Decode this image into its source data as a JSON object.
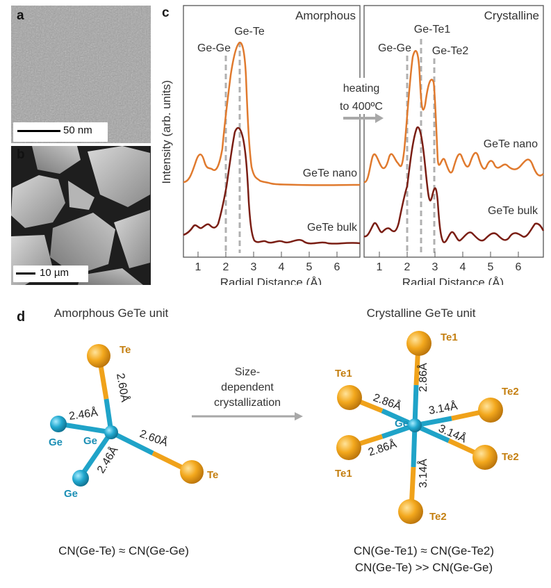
{
  "panel_a": {
    "letter": "a",
    "scale_label": "50 nm"
  },
  "panel_b": {
    "letter": "b",
    "scale_label": "10 µm"
  },
  "panel_c": {
    "letter": "c",
    "ylabel": "Intensity (arb. units)",
    "xlabel": "Radial Distance (Å)",
    "arrow_label_1": "heating",
    "arrow_label_2": "to 400ºC",
    "amorphous": {
      "title": "Amorphous",
      "peaks": [
        "Ge-Ge",
        "Ge-Te"
      ],
      "series_nano": "GeTe nano",
      "series_bulk": "GeTe bulk"
    },
    "crystalline": {
      "title": "Crystalline",
      "peaks": [
        "Ge-Ge",
        "Ge-Te1",
        "Ge-Te2"
      ],
      "series_nano": "GeTe nano",
      "series_bulk": "GeTe bulk"
    },
    "xticks": [
      "1",
      "2",
      "3",
      "4",
      "5",
      "6"
    ]
  },
  "panel_d": {
    "letter": "d",
    "amorphous_title": "Amorphous GeTe unit",
    "crystalline_title": "Crystalline GeTe unit",
    "arrow_text": [
      "Size-",
      "dependent",
      "crystallization"
    ],
    "amorphous_labels": {
      "te_top": "Te",
      "te_right": "Te",
      "ge_left": "Ge",
      "ge_center": "Ge",
      "ge_bottom": "Ge",
      "bond_te_top": "2.60Å",
      "bond_te_right": "2.60Å",
      "bond_ge_left": "2.46Å",
      "bond_ge_bottom": "2.46Å"
    },
    "crystalline_labels": {
      "te1_top": "Te1",
      "te1_left_upper": "Te1",
      "te1_left_lower": "Te1",
      "te2_right_upper": "Te2",
      "te2_right_lower": "Te2",
      "te2_bottom": "Te2",
      "ge_center": "Ge",
      "bond_top": "2.86Å",
      "bond_upper_left": "2.86Å",
      "bond_lower_left": "2.86Å",
      "bond_upper_right": "3.14Å",
      "bond_lower_right": "3.14Å",
      "bond_bottom": "3.14Å"
    },
    "cn_amorphous": "CN(Ge-Te) ≈ CN(Ge-Ge)",
    "cn_crystalline_1": "CN(Ge-Te1) ≈ CN(Ge-Te2)",
    "cn_crystalline_2": "CN(Ge-Te) >> CN(Ge-Ge)"
  },
  "colors": {
    "nano": "#e07a2e",
    "bulk": "#7a1e14",
    "ge": "#1fa3c8",
    "te": "#f0a21a",
    "te_label": "#c47f10",
    "ge_label": "#1b8fb5",
    "dash": "#b0b0b0"
  }
}
